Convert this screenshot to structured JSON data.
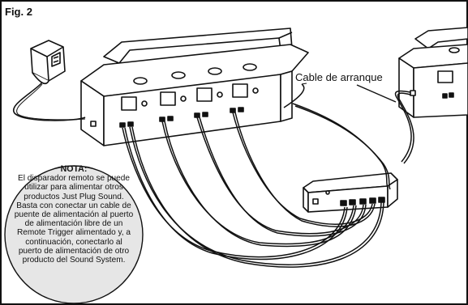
{
  "figure": {
    "label": "Fig. 2"
  },
  "callout": {
    "cable_label": "Cable de arranque"
  },
  "note": {
    "title": "NOTA:",
    "body": "El disparador remoto se puede utilizar para alimentar otros productos Just Plug Sound. Basta con conectar un cable de puente de alimentación al puerto de alimentación libre de un Remote Trigger alimentado y, a continuación, conectarlo al puerto de alimentación de otro producto del Sound System."
  },
  "colors": {
    "ink": "#111111",
    "note_fill": "#e6e6e6",
    "background": "#ffffff"
  }
}
